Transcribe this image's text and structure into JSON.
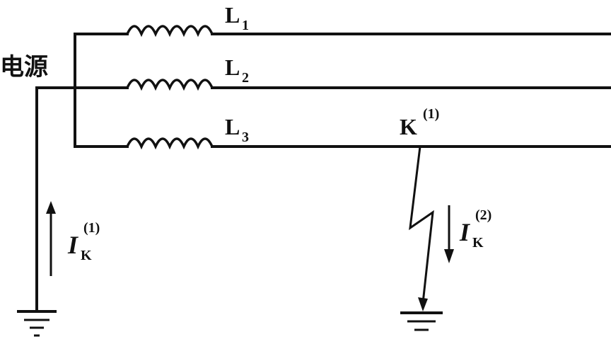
{
  "diagram": {
    "source_label": "电源",
    "lines": [
      {
        "main": "L",
        "sub": "1"
      },
      {
        "main": "L",
        "sub": "2"
      },
      {
        "main": "L",
        "sub": "3"
      }
    ],
    "fault_point": {
      "main": "K",
      "sup": "(1)"
    },
    "current_left": {
      "main": "I",
      "sub": "K",
      "sup": "(1)"
    },
    "current_right": {
      "main": "I",
      "sub": "K",
      "sup": "(2)"
    }
  }
}
